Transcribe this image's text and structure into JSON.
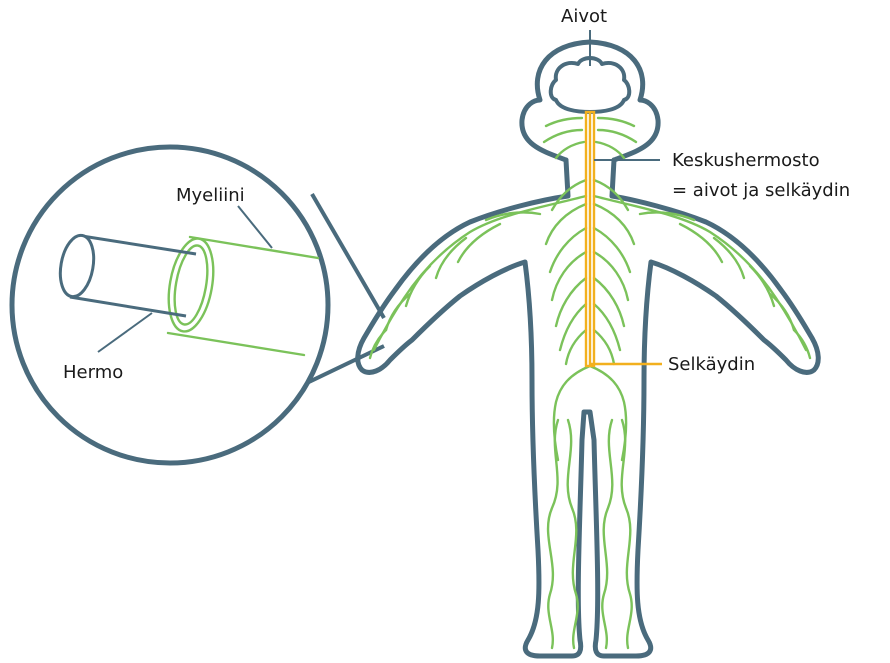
{
  "labels": {
    "brain": "Aivot",
    "cns_line1": "Keskushermosto",
    "cns_line2": "= aivot ja selkäydin",
    "myelin": "Myeliini",
    "nerve": "Hermo",
    "spinal_cord": "Selkäydin"
  },
  "colors": {
    "outline": "#4a6b7d",
    "nerves": "#7bc25a",
    "spinal_cord": "#f2b01e",
    "text": "#1a1a1a"
  }
}
